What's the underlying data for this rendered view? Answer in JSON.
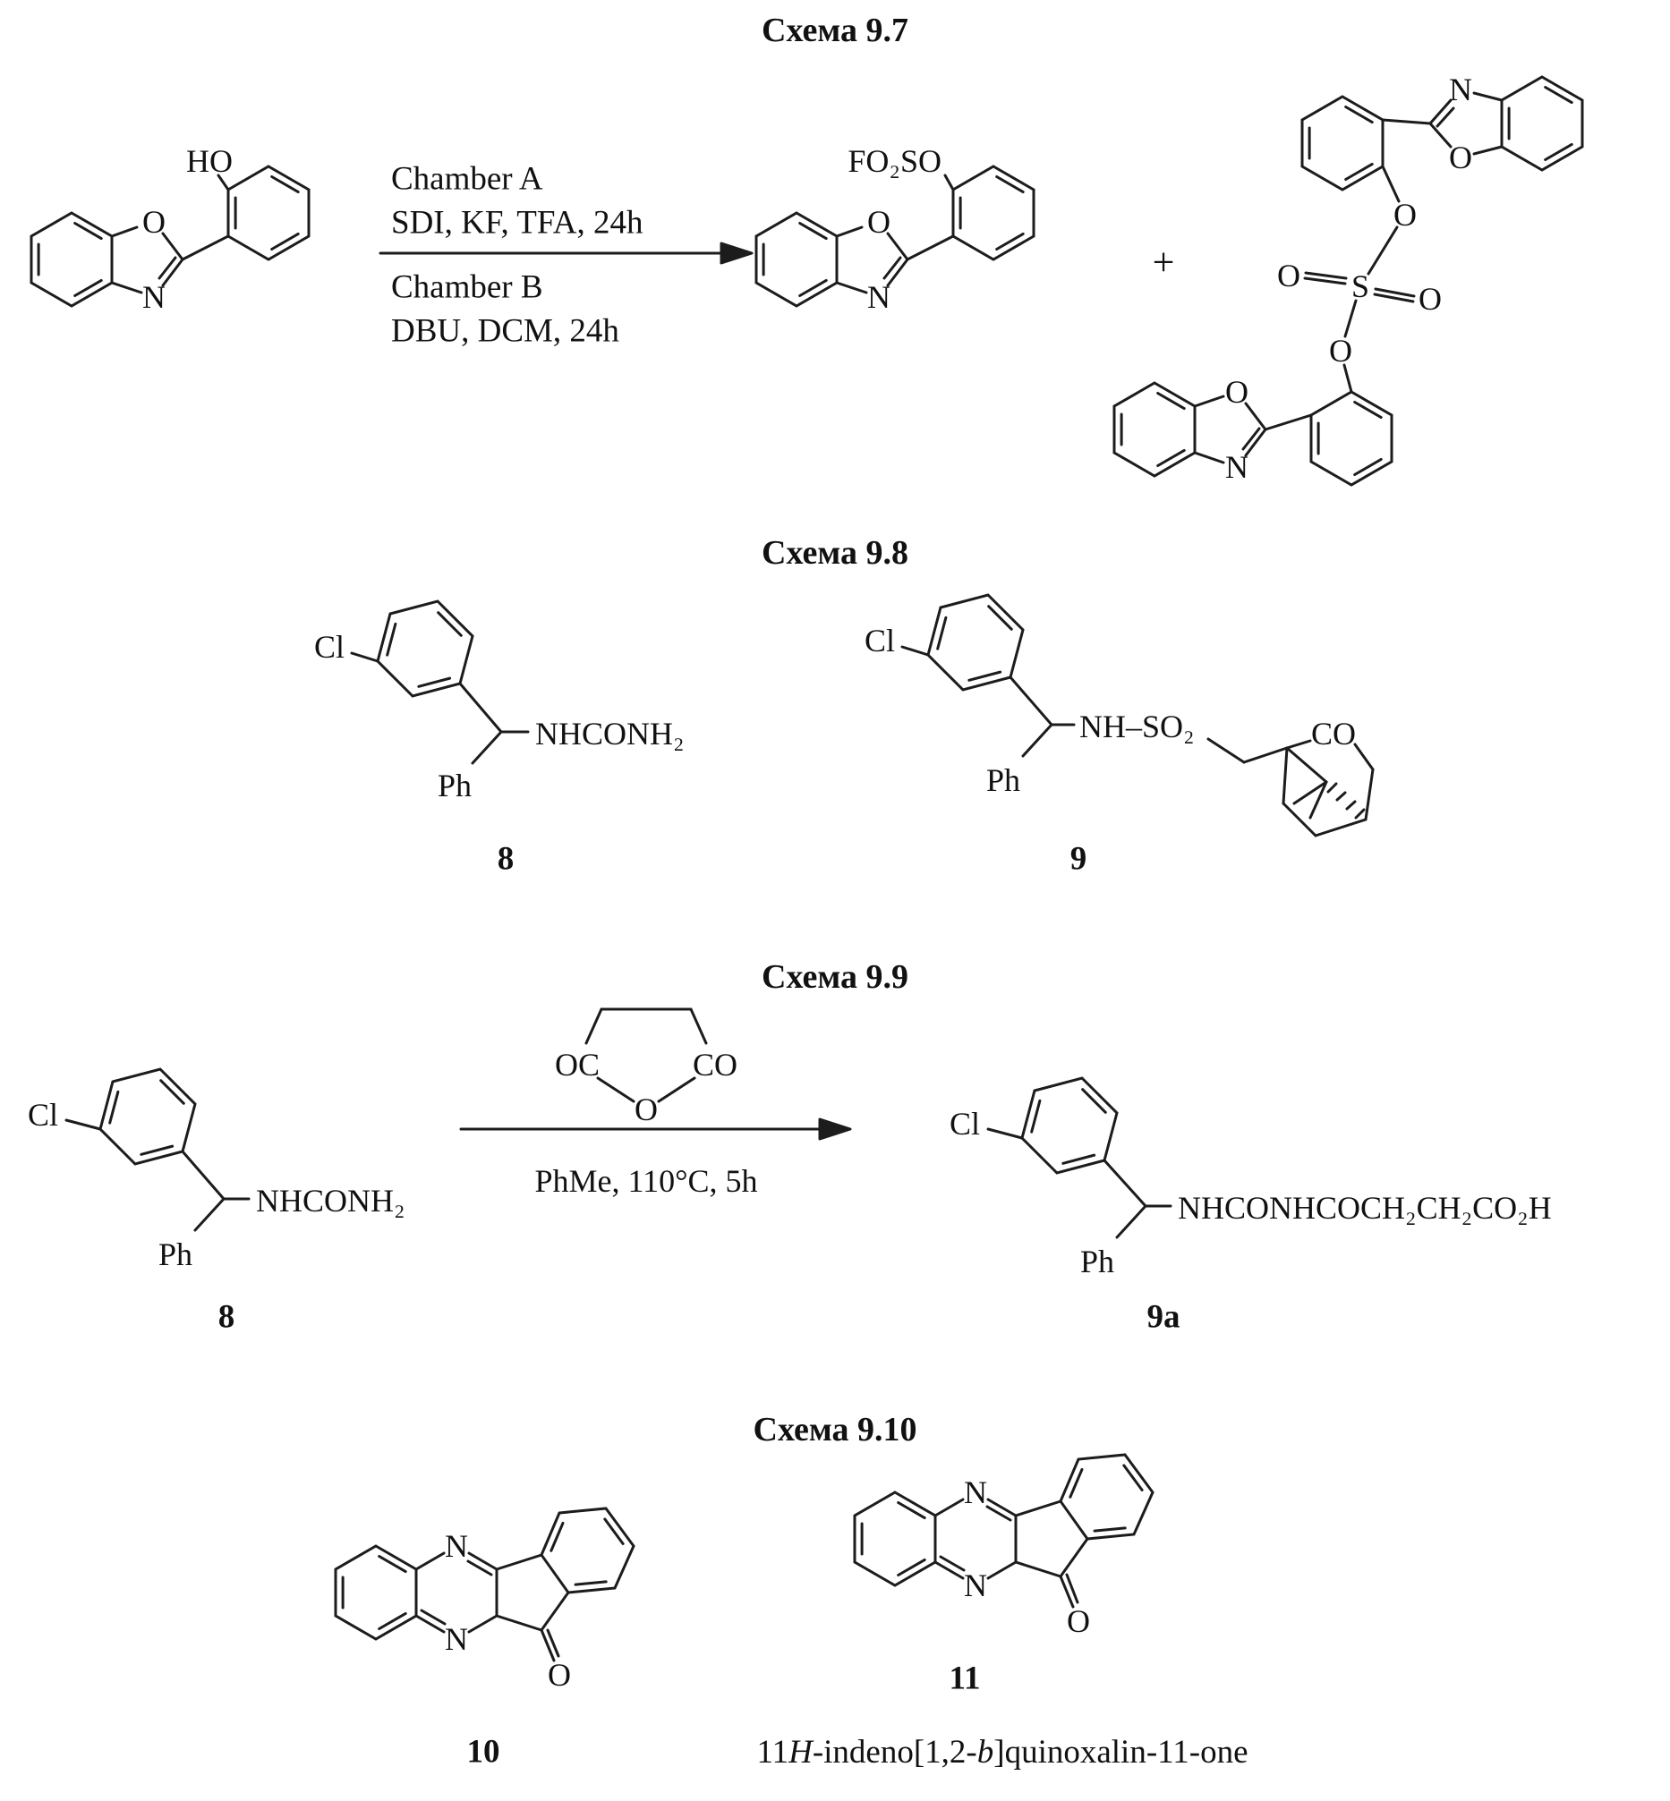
{
  "page": {
    "background": "#ffffff",
    "ink": "#1c1c1c"
  },
  "atoms": {
    "O": "O",
    "N": "N",
    "S": "S",
    "Cl": "Cl",
    "HO": "HO",
    "Ph": "Ph",
    "plus": "+"
  },
  "scheme97": {
    "title": "Схема 9.7",
    "conditions": {
      "line1": "Chamber A",
      "line2": "SDI, KF, TFA, 24h",
      "line3": "Chamber B",
      "line4": "DBU, DCM, 24h"
    },
    "product1_group": "FO₂SO"
  },
  "scheme98": {
    "title": "Схема 9.8",
    "urea_group": "NHCONH₂",
    "sulfonamide_group": "NH–SO₂",
    "carbonyl_group": "CO",
    "compound8": "8",
    "compound9": "9"
  },
  "scheme99": {
    "title": "Схема 9.9",
    "urea_group": "NHCONH₂",
    "anhydride": {
      "left": "OC",
      "center_o": "O",
      "right": "CO"
    },
    "conditions": "PhMe, 110°C, 5h",
    "chain_group": "NHCONHCOCH₂CH₂CO₂H",
    "compound8": "8",
    "compound9a": "9a"
  },
  "scheme910": {
    "title": "Схема 9.10",
    "compound10": "10",
    "compound11": "11",
    "caption": {
      "p1": "11",
      "p2": "H",
      "p3": "-indeno[1,2-",
      "p4": "b",
      "p5": "]quinoxalin-11-one"
    }
  }
}
